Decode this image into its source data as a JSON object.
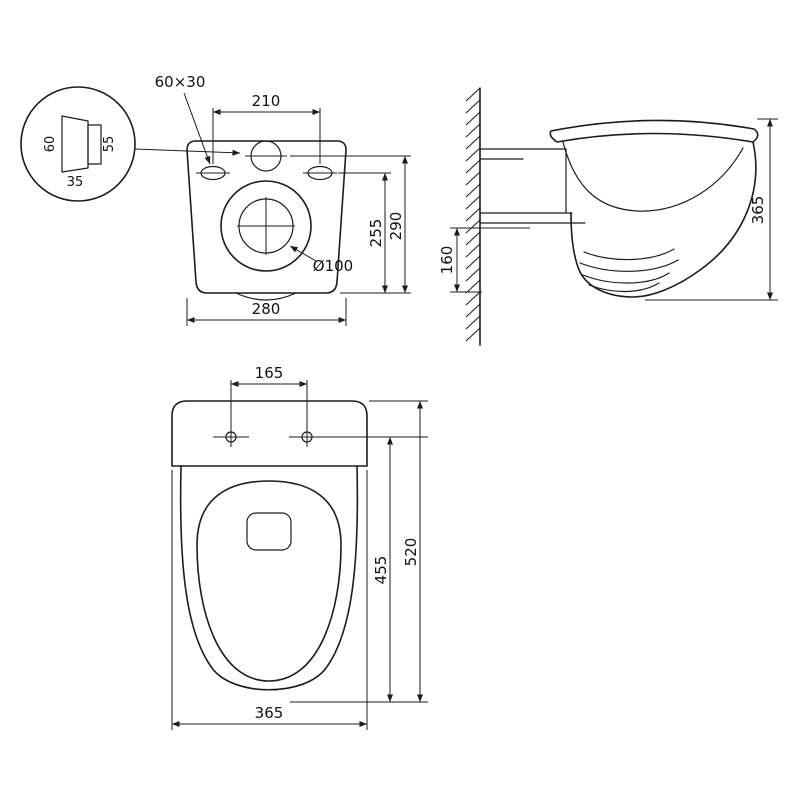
{
  "drawing": {
    "accent_color": "#1c1c1c",
    "rear_view": {
      "fixing_callout": "60×30",
      "detail": {
        "height": "60",
        "width": "35",
        "flange_height": "55"
      },
      "hole_spacing": "210",
      "drain_diameter": "Ø100",
      "height_to_holes": "255",
      "height_to_top_hole": "290",
      "width": "280"
    },
    "side_view": {
      "outlet_height": "160",
      "depth": "365"
    },
    "plan_view": {
      "seat_hole_spacing": "165",
      "bowl_length": "455",
      "total_length": "520",
      "width": "365"
    }
  }
}
